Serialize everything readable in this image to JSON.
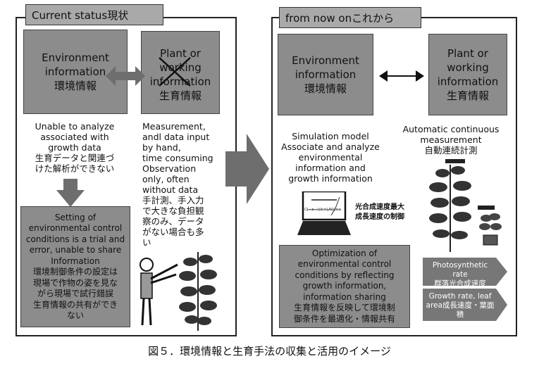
{
  "left": {
    "tab_title": "Current status現状",
    "env_box": "Environment\ninformation\n環境情報",
    "plant_box": "Plant or\nworking\ninformation\n生育情報",
    "analyze_text": "Unable to analyze\nassociated with\ngrowth data\n生育データと関連づ\nけた解析ができない",
    "measure_text": "Measurement,\nandl data input\nby hand,\ntime consuming\nObservation\nonly, often\nwithout data\n手計測、手入力\nで大きな負担観\n察のみ、データ\nがない場合も多\nい",
    "setting_box": "Setting of\nenvironmental control\nconditions is a trial and\nerror, unable to share\nInformation\n環境制御条件の設定は\n現場で作物の姿を見な\nがら現場で試行錯誤\n生育情報の共有ができ\nない"
  },
  "right": {
    "tab_title": "from now onこれから",
    "env_box": "Environment\ninformation\n環境情報",
    "plant_box": "Plant or\nworking\ninformation\n生育情報",
    "simulation_text": "Simulation model\nAssociate and analyze\nenvironmental\ninformation and\ngrowth information",
    "auto_text": "Automatic continuous\nmeasurement\n自動連続計測",
    "laptop_label": "光合成速度最大\n成長速度の制御",
    "laptop_formula": "(1−e−(ck×LAI))×a",
    "optimization_box": "Optimization of\nenvironmental control\nconditions by reflecting\ngrowth information,\ninformation sharing\n生育情報を反映して環境制\n御条件を最適化・情報共有",
    "tag_photosynthetic": "Photosynthetic\nrate\n群落光合成速度",
    "tag_growth": "Growth rate, leaf\narea成長速度・葉面\n積"
  },
  "caption": "図５．環境情報と生育手法の収集と活用のイメージ",
  "colors": {
    "box_gray": "#8c8c8c",
    "tab_gray": "#a9a9a9",
    "arrow_gray": "#6e6e6e"
  }
}
